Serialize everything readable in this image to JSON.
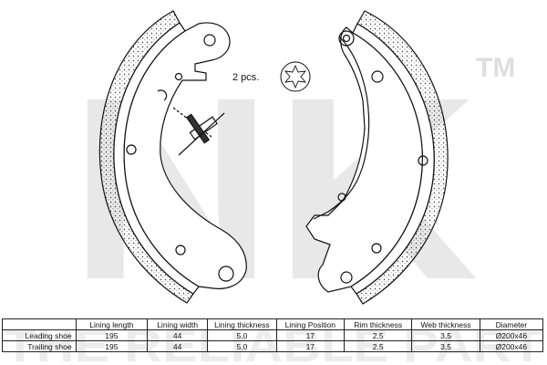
{
  "callout": {
    "quantity_text": "2 pcs."
  },
  "watermark": {
    "brand": "NK",
    "trademark": "TM",
    "slogan": "THE RELIABLE PART"
  },
  "table": {
    "headers": [
      "",
      "Lining length",
      "Lining width",
      "Lining thickness",
      "Lining Position",
      "Rim thickness",
      "Web thickness",
      "Diameter"
    ],
    "rows": [
      [
        "Leading shoe",
        "195",
        "44",
        "5,0",
        "17",
        "2,5",
        "3,5",
        "Ø200x46"
      ],
      [
        "Trailing shoe",
        "195",
        "44",
        "5,0",
        "17",
        "2,5",
        "3,5",
        "Ø200x46"
      ]
    ]
  },
  "colors": {
    "line": "#111111",
    "watermark": "#e6e6e6",
    "lining_fill": "#f2f2f2"
  }
}
